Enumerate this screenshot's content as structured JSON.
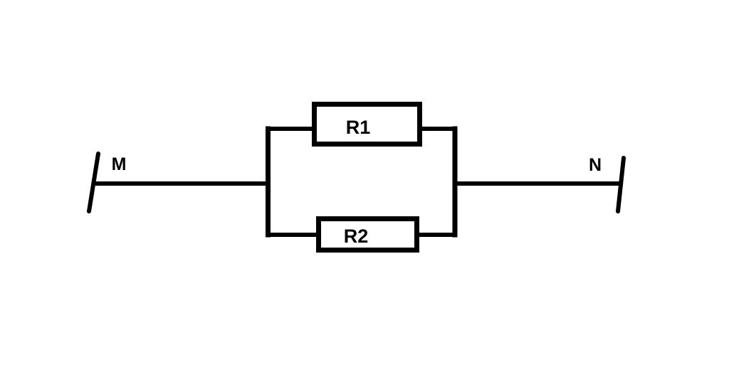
{
  "diagram": {
    "type": "circuit",
    "description": "Two resistors R1 and R2 connected in parallel between terminal M and terminal N",
    "terminals": [
      {
        "id": "M",
        "label": "M",
        "side": "left"
      },
      {
        "id": "N",
        "label": "N",
        "side": "right"
      }
    ],
    "components": [
      {
        "id": "R1",
        "label": "R1",
        "type": "resistor",
        "branch": "top"
      },
      {
        "id": "R2",
        "label": "R2",
        "type": "resistor",
        "branch": "bottom"
      }
    ],
    "colors": {
      "line": "#000000",
      "background": "#ffffff",
      "component_fill": "#ffffff"
    }
  }
}
